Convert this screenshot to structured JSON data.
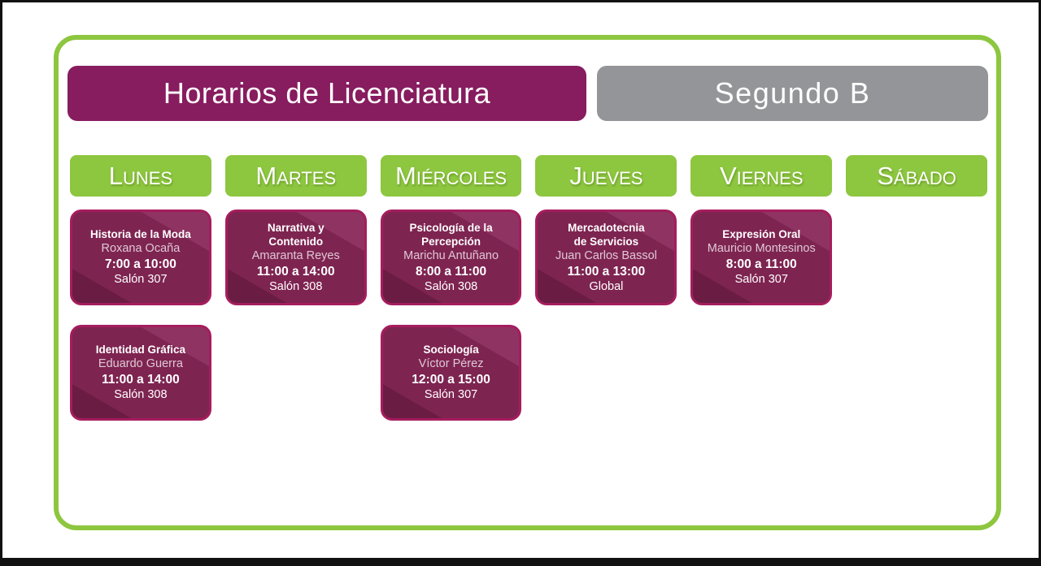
{
  "header": {
    "title": "Horarios de Licenciatura",
    "group": "Segundo B"
  },
  "colors": {
    "purple": "#871c5f",
    "green": "#8dc63f",
    "gray": "#939598",
    "card_border": "#a51d5d",
    "card_dark": "#6a1c43",
    "card_mid": "#7e2451",
    "card_light": "#8f3462"
  },
  "days": [
    {
      "name": "Lunes",
      "classes": [
        {
          "subject": "Historia de la Moda",
          "teacher": "Roxana Ocaña",
          "time": "7:00 a 10:00",
          "room": "Salón 307"
        },
        {
          "subject": "Identidad Gráfica",
          "teacher": "Eduardo Guerra",
          "time": "11:00 a 14:00",
          "room": "Salón 308"
        }
      ]
    },
    {
      "name": "Martes",
      "classes": [
        {
          "subject": "Narrativa y\nContenido",
          "teacher": "Amaranta Reyes",
          "time": "11:00 a 14:00",
          "room": "Salón 308"
        }
      ]
    },
    {
      "name": "Miércoles",
      "classes": [
        {
          "subject": "Psicología de la\nPercepción",
          "teacher": "Marichu Antuñano",
          "time": "8:00 a 11:00",
          "room": "Salón 308"
        },
        {
          "subject": "Sociología",
          "teacher": "Víctor Pérez",
          "time": "12:00 a 15:00",
          "room": "Salón 307"
        }
      ]
    },
    {
      "name": "Jueves",
      "classes": [
        {
          "subject": "Mercadotecnia\nde Servicios",
          "teacher": "Juan Carlos Bassol",
          "time": "11:00 a 13:00",
          "room": "Global"
        }
      ]
    },
    {
      "name": "Viernes",
      "classes": [
        {
          "subject": "Expresión Oral",
          "teacher": "Mauricio Montesinos",
          "time": "8:00 a 11:00",
          "room": "Salón 307"
        }
      ]
    },
    {
      "name": "Sábado",
      "classes": []
    }
  ]
}
